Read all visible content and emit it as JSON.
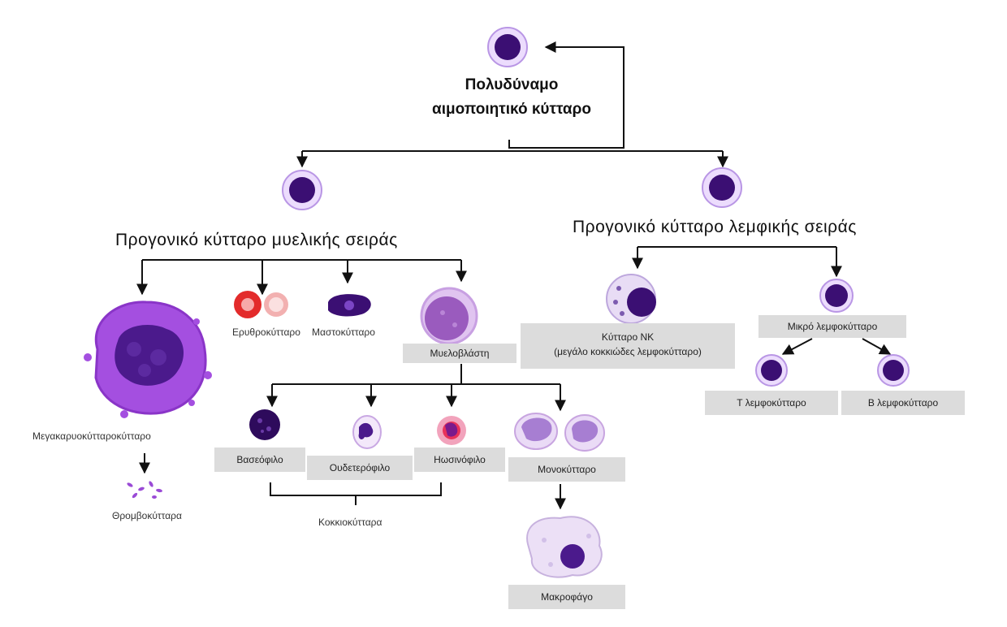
{
  "root": {
    "line1": "Πολυδύναμο",
    "line2": "αιμοποιητικό κύτταρο"
  },
  "myeloid": {
    "title": "Προγονικό κύτταρο μυελικής σειράς",
    "megakaryocyte": "Μεγακαρυοκύτταροκύτταρο",
    "platelets": "Θρομβοκύτταρα",
    "erythrocyte": "Ερυθροκύτταρο",
    "mast_cell": "Μαστοκύτταρο",
    "myeloblast": "Μυελοβλάστη",
    "basophil": "Βασεόφιλο",
    "neutrophil": "Ουδετερόφιλο",
    "eosinophil": "Ηωσινόφιλο",
    "granulocytes": "Κοκκιοκύτταρα",
    "monocyte": "Μονοκύτταρο",
    "macrophage": "Μακροφάγο"
  },
  "lymphoid": {
    "title": "Προγονικό κύτταρο λεμφικής σειράς",
    "nk_line1": "Κύτταρο ΝΚ",
    "nk_line2": "(μεγάλο κοκκιώδες λεμφοκύτταρο)",
    "small_lymphocyte": "Μικρό λεμφοκύτταρο",
    "t_lymphocyte": "Τ λεμφοκύτταρο",
    "b_lymphocyte": "Β λεμφοκύτταρο"
  },
  "colors": {
    "arrow": "#111111",
    "box": "#dcdcdc",
    "nucleus": "#3b0f73",
    "membrane": "#caa8ef",
    "erythrocyte": "#e32b2b",
    "eosin_granule": "#e8325a"
  }
}
